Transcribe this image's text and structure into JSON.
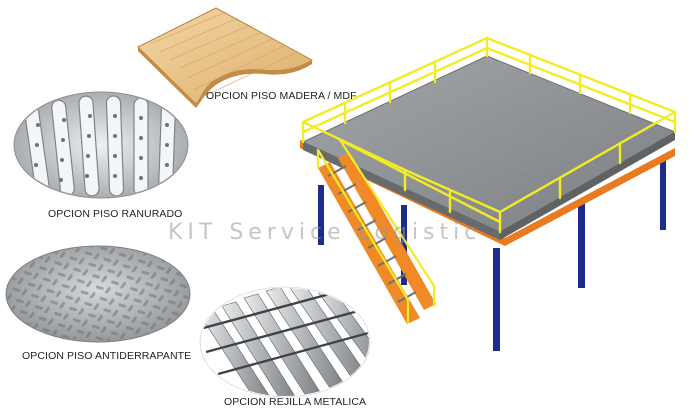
{
  "watermark": {
    "text": "KIT Service Logistic"
  },
  "options": [
    {
      "key": "madera",
      "caption": "OPCION PISO MADERA / MDF"
    },
    {
      "key": "ranurado",
      "caption": "OPCION PISO RANURADO"
    },
    {
      "key": "antiderrapante",
      "caption": "OPCION PISO ANTIDERRAPANTE"
    },
    {
      "key": "rejilla",
      "caption": "OPCION REJILLA METALICA"
    }
  ],
  "colors": {
    "wood": "#e9c78f",
    "wood_grain": "#cf9f5a",
    "metal": "#b9bcbe",
    "metal_dark": "#7d8185",
    "deck": "#8e9194",
    "railing": "#f2ec23",
    "beam": "#e87a1f",
    "column": "#1d2b8f"
  }
}
